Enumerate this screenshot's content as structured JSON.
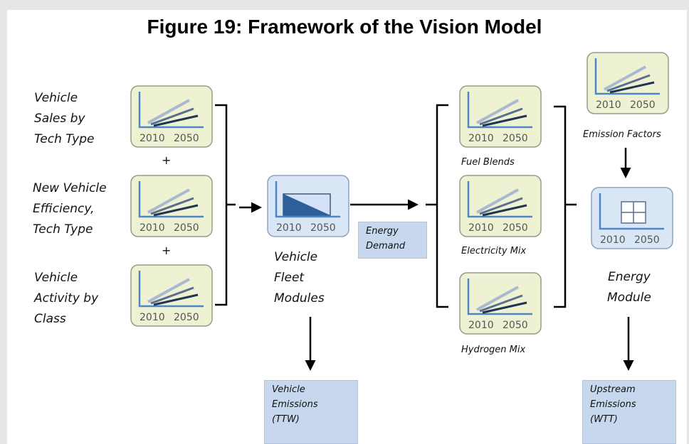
{
  "title": "Figure 19: Framework of the Vision Model",
  "inputs": {
    "sales_label": "Vehicle\nSales by\nTech Type",
    "efficiency_label": "New Vehicle\nEfficiency,\nTech Type",
    "activity_label": "Vehicle\nActivity by\nClass",
    "plus_symbol": "+"
  },
  "years": {
    "start": "2010",
    "end": "2050"
  },
  "fleet_label": "Vehicle\nFleet\nModules",
  "energy_demand_label": "Energy\nDemand",
  "vehicle_emissions_label": "Vehicle\nEmissions\n(TTW)",
  "mix_labels": {
    "fuel": "Fuel Blends",
    "electricity": "Electricity Mix",
    "hydrogen": "Hydrogen Mix"
  },
  "emission_factors_label": "Emission Factors",
  "energy_module_label": "Energy\nModule",
  "upstream_emissions_label": "Upstream\nEmissions\n(WTT)",
  "colors": {
    "icon_fill": "#eef2d2",
    "icon_fill_blue": "#d8e6f5",
    "axis": "#4d86c6",
    "line_dark": "#1f3552",
    "line_light": "#a9b9d2",
    "box_fill": "#c7d7ee"
  }
}
